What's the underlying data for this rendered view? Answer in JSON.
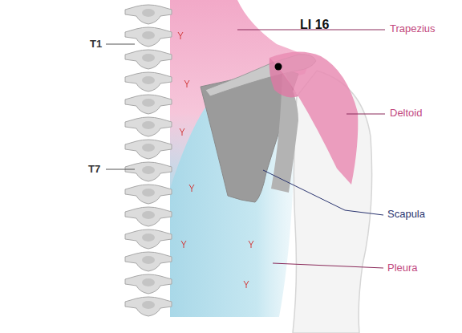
{
  "diagram": {
    "labels": [
      "T1",
      "T7",
      "LI 16",
      "Trapezius",
      "Deltoid",
      "Scapula",
      "Pleura"
    ]
  }
}
